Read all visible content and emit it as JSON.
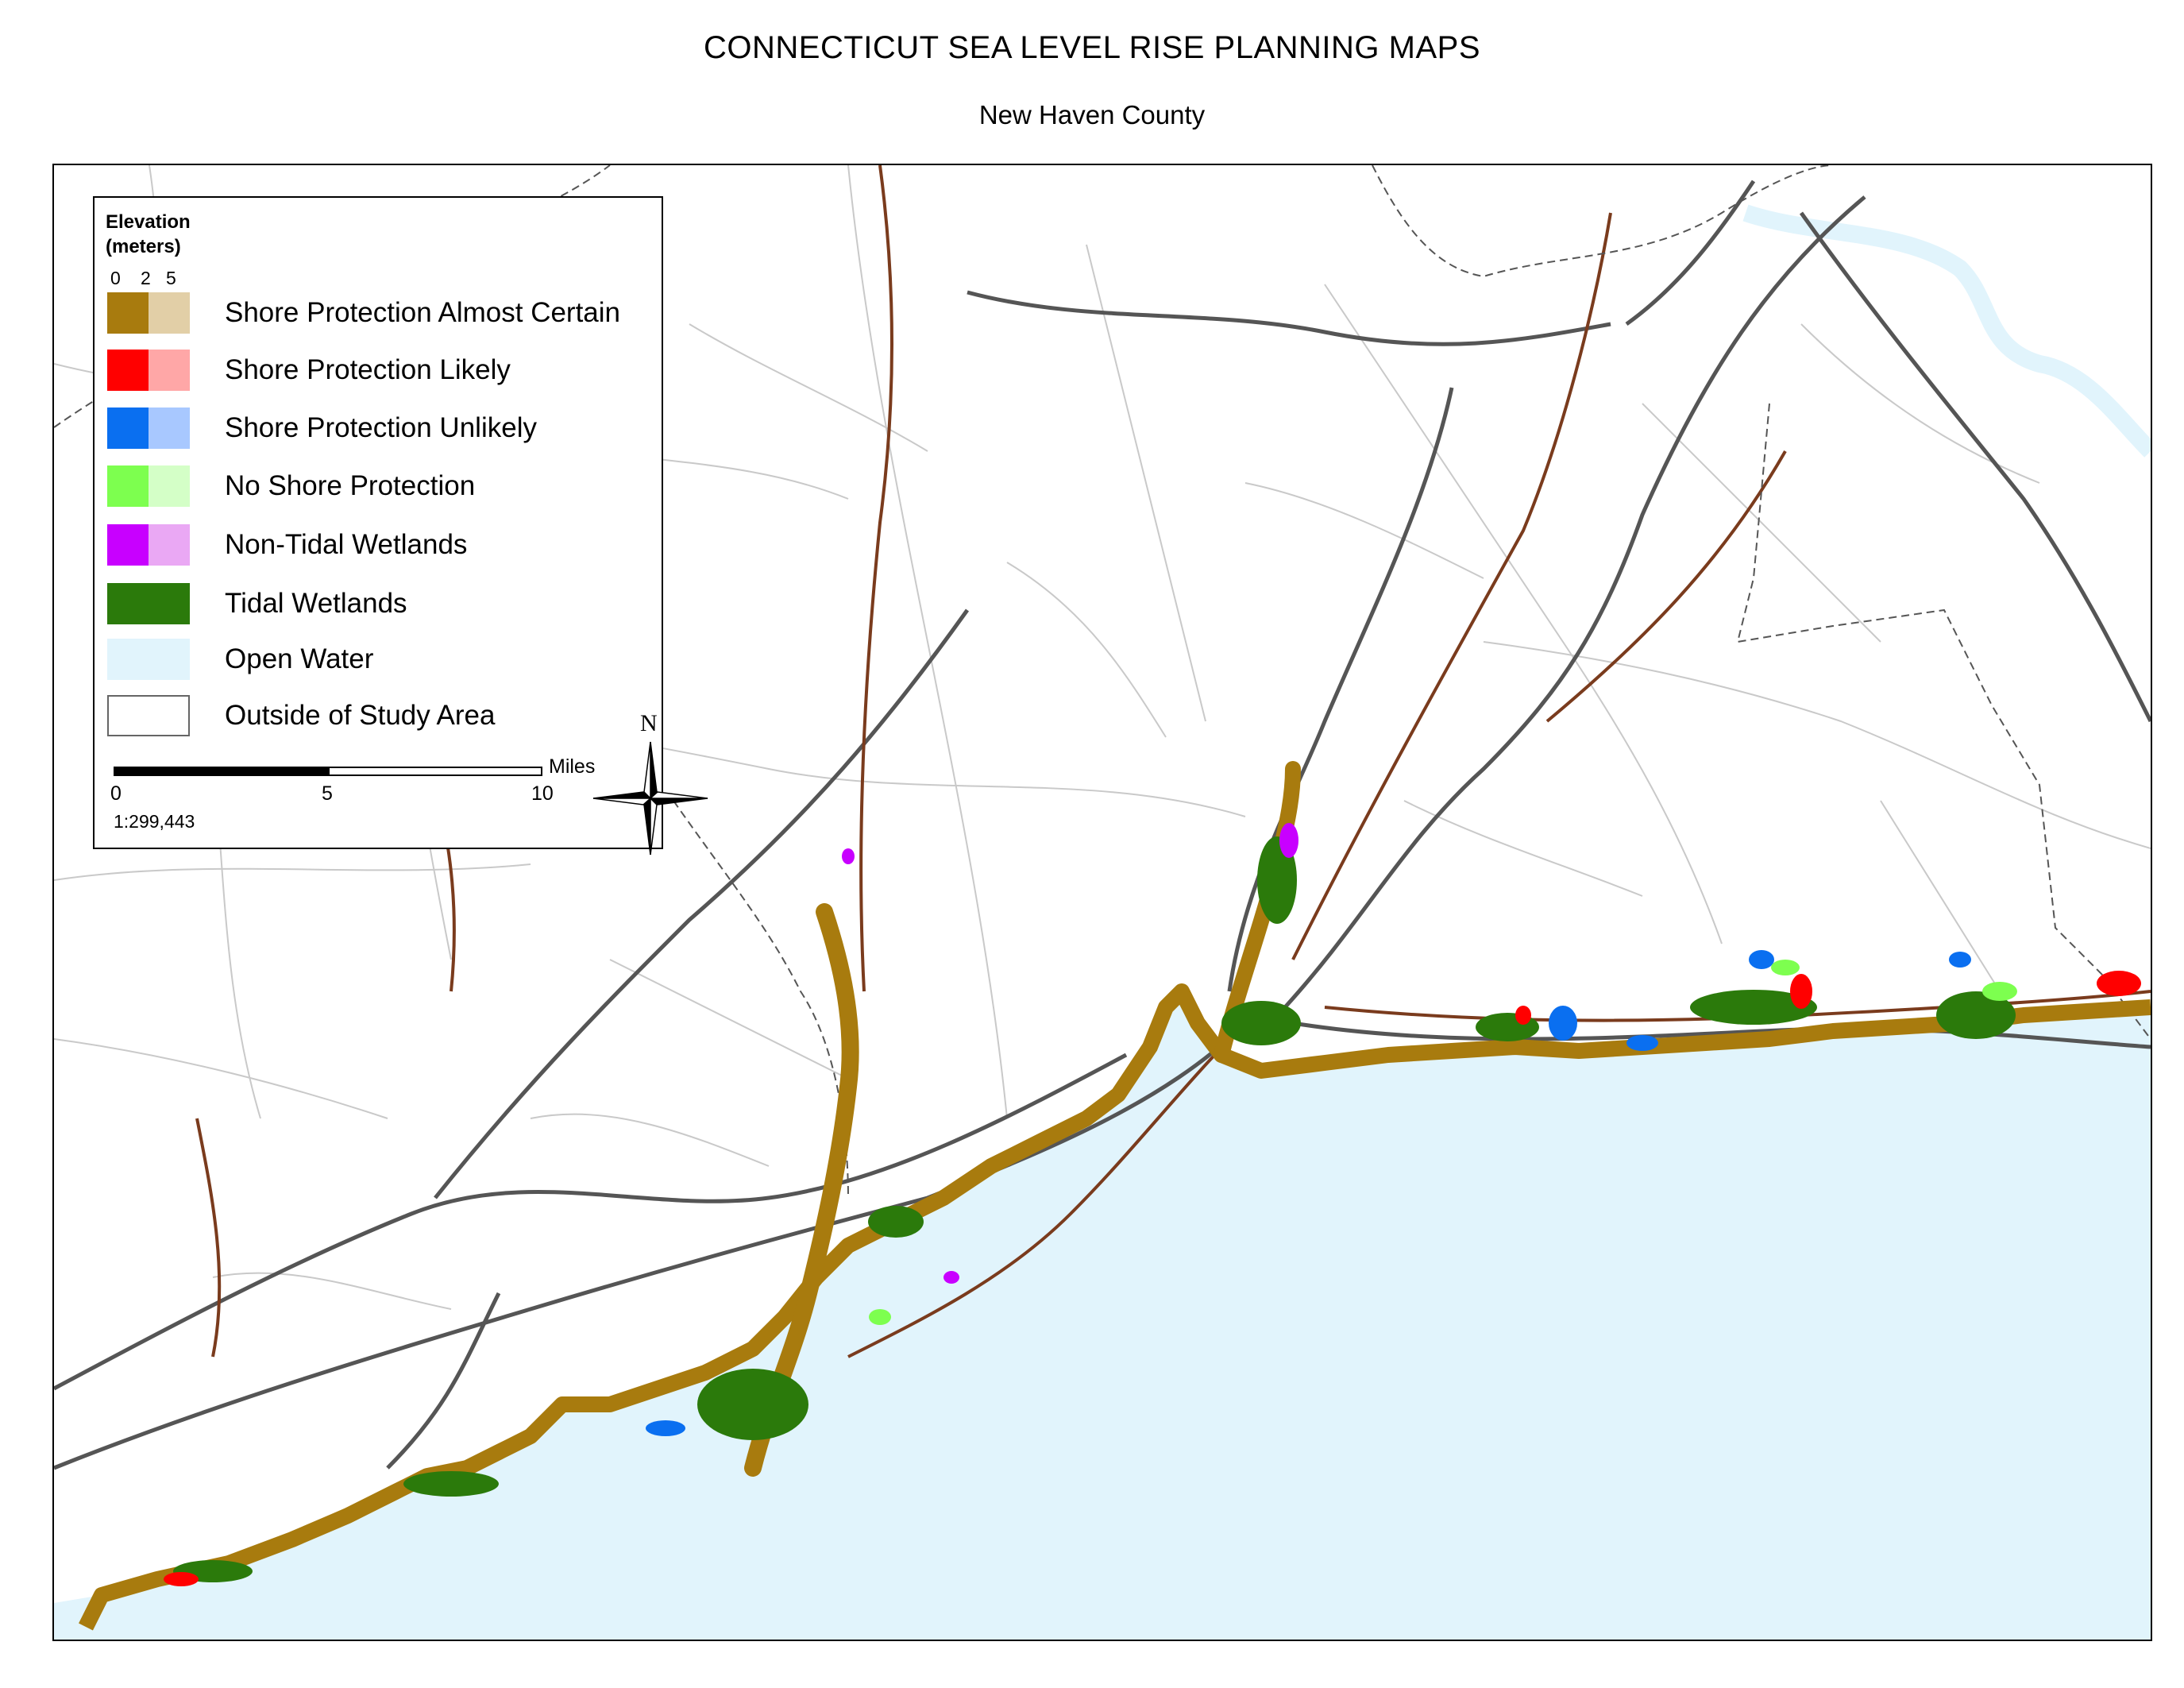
{
  "title": "CONNECTICUT SEA LEVEL RISE PLANNING MAPS",
  "subtitle": "New Haven County",
  "legend": {
    "heading_line1": "Elevation",
    "heading_line2": "(meters)",
    "tick_0": "0",
    "tick_2": "2",
    "tick_5": "5",
    "items": [
      {
        "label": "Shore Protection Almost Certain",
        "color_low": "#a87b0e",
        "color_high": "#e2cfa7"
      },
      {
        "label": "Shore Protection Likely",
        "color_low": "#ff0000",
        "color_high": "#ffa7a7"
      },
      {
        "label": "Shore Protection Unlikely",
        "color_low": "#0a6ff0",
        "color_high": "#a8c8ff"
      },
      {
        "label": "No Shore Protection",
        "color_low": "#7dff4f",
        "color_high": "#d4ffc7"
      },
      {
        "label": "Non-Tidal Wetlands",
        "color_low": "#c800ff",
        "color_high": "#eaa8f4"
      },
      {
        "label": "Tidal Wetlands",
        "color": "#2b7a0b"
      },
      {
        "label": "Open Water",
        "color": "#e1f4fc"
      },
      {
        "label": "Outside of Study Area",
        "color": "#ffffff"
      }
    ]
  },
  "scale": {
    "unit": "Miles",
    "tick_0": "0",
    "tick_5": "5",
    "tick_10": "10",
    "ratio": "1:299,443"
  },
  "compass": {
    "north_label": "N"
  },
  "colors": {
    "water": "#e1f4fc",
    "shore_almost_certain": "#a87b0e",
    "tidal_wetlands": "#2b7a0b",
    "road_local": "#c8c8c8",
    "highway": "#555555",
    "railway": "#7a3b1d",
    "town_boundary": "#e8e29a"
  }
}
